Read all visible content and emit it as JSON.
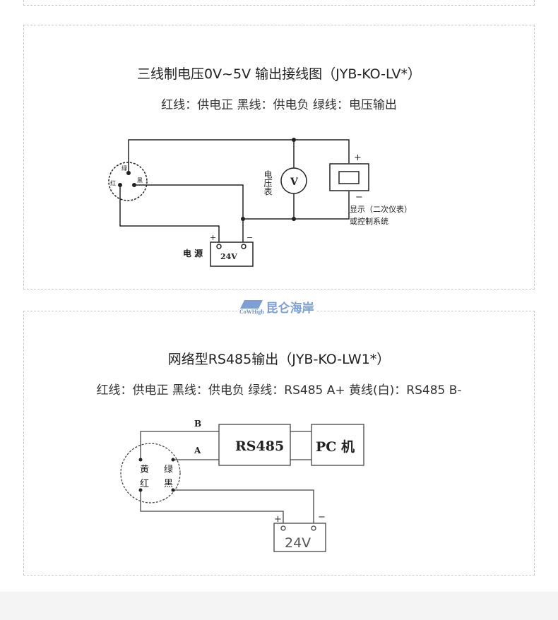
{
  "section1": {
    "title": "三线制电压0V~5V 输出接线图（JYB-KO-LV*）",
    "legend": "红线：供电正  黑线：供电负  绿线：电压输出",
    "diagram": {
      "connector_labels": [
        "绿",
        "红",
        "黑"
      ],
      "voltmeter_label": "电压表",
      "voltmeter_symbol": "V",
      "display_label_1": "显示（二次仪表）",
      "display_label_2": "或控制系统",
      "power_label": "电 源",
      "power_value": "24V",
      "plus": "+",
      "minus": "−"
    }
  },
  "logo": {
    "text": "昆仑海岸",
    "sub": "CoWHigh"
  },
  "section2": {
    "title": "网络型RS485输出（JYB-KO-LW1*）",
    "legend": "红线：供电正  黑线：供电负  绿线：RS485 A+  黄线(白)：RS485 B-",
    "diagram": {
      "connector_labels": [
        "黄",
        "绿",
        "红",
        "黑"
      ],
      "line_b": "B",
      "line_a": "A",
      "rs485_label": "RS485",
      "pc_label": "PC 机",
      "power_value": "24V",
      "plus": "+",
      "minus": "−"
    }
  }
}
